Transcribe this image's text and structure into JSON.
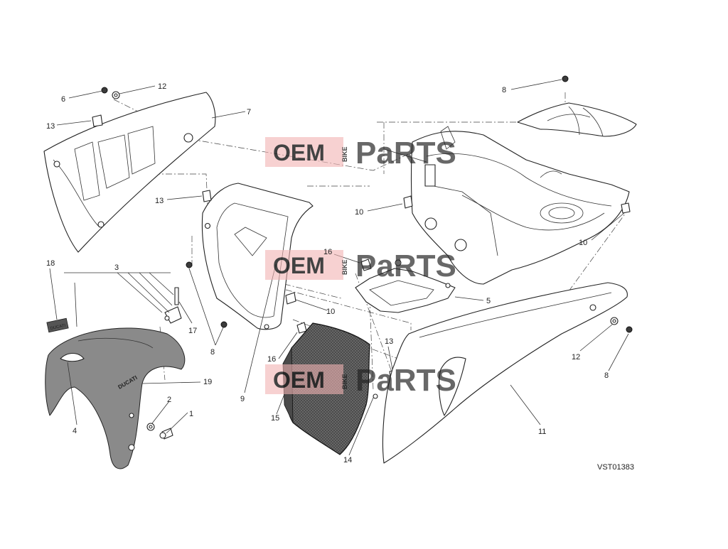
{
  "diagram": {
    "drawing_code": "VST01383",
    "callouts": {
      "c1": "1",
      "c2": "2",
      "c3": "3",
      "c4": "4",
      "c5": "5",
      "c6": "6",
      "c7": "7",
      "c8a": "8",
      "c8b": "8",
      "c8c": "8",
      "c9": "9",
      "c10a": "10",
      "c10b": "10",
      "c10c": "10",
      "c11": "11",
      "c12a": "12",
      "c12b": "12",
      "c13a": "13",
      "c13b": "13",
      "c13c": "13",
      "c14": "14",
      "c15": "15",
      "c16a": "16",
      "c16b": "16",
      "c17": "17",
      "c18": "18",
      "c19": "19"
    }
  },
  "watermark": {
    "brand_left": "OEM",
    "brand_small": "BIKE",
    "brand_right": "PaRTS",
    "color": "#e04848"
  }
}
